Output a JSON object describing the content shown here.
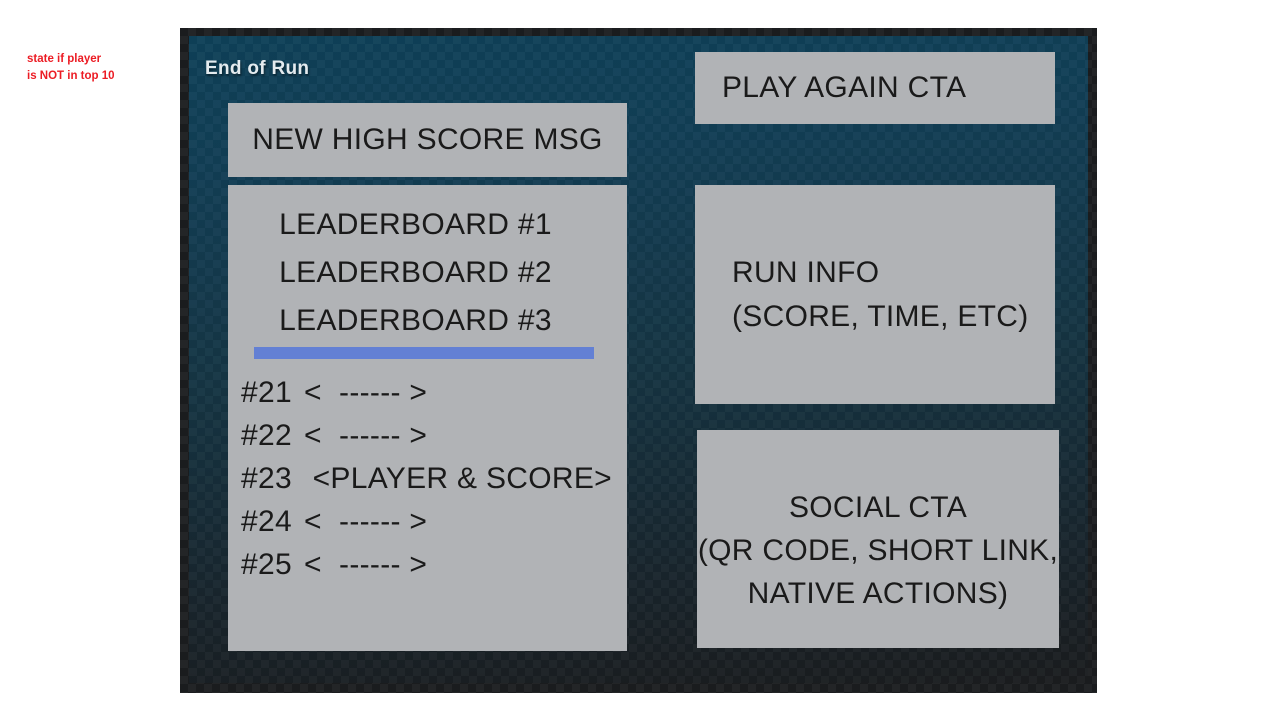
{
  "annotation": {
    "line1": "state if player",
    "line2": "is NOT in top 10"
  },
  "panel": {
    "title": "End of Run",
    "high_score_box": {
      "label": "NEW HIGH SCORE MSG"
    },
    "leaderboard_box": {
      "top_entries": [
        "LEADERBOARD #1",
        "LEADERBOARD #2",
        "LEADERBOARD #3"
      ],
      "rows": [
        {
          "rank": "#21",
          "value": "<  ------ >"
        },
        {
          "rank": "#22",
          "value": "<  ------ >"
        },
        {
          "rank": "#23",
          "value": " <PLAYER & SCORE>"
        },
        {
          "rank": "#24",
          "value": "<  ------ >"
        },
        {
          "rank": "#25",
          "value": "<  ------ >"
        }
      ]
    },
    "play_again_box": {
      "label": "PLAY AGAIN CTA"
    },
    "run_info_box": {
      "line1": "RUN INFO",
      "line2": "(SCORE, TIME, ETC)"
    },
    "social_box": {
      "line1": "SOCIAL CTA",
      "line2": "(QR CODE, SHORT LINK,",
      "line3": "NATIVE ACTIONS)"
    }
  },
  "colors": {
    "annotation_red": "#ec1c24",
    "placeholder_gray": "#b1b3b6",
    "divider_blue": "#6380d4",
    "panel_teal_top": "#0e4158",
    "panel_dark_bottom": "#1b1d1f",
    "title_text": "#e4ebef",
    "box_text": "#1a1a1a"
  }
}
